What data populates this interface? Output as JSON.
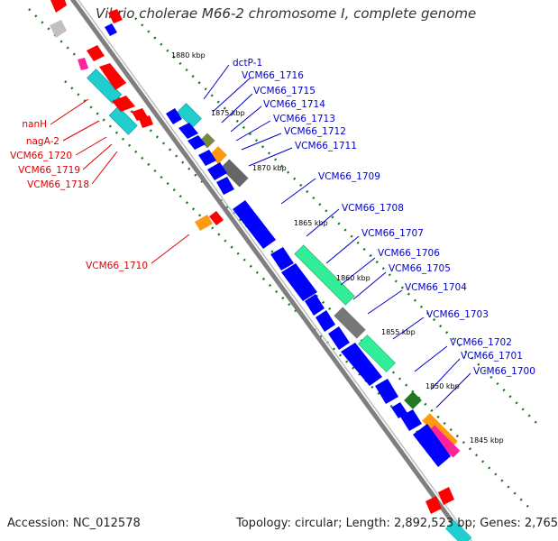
{
  "title": "Vibrio cholerae M66-2 chromosome I, complete genome",
  "footer": {
    "accession": "Accession: NC_012578",
    "topology": "Topology: circular; Length: 2,892,523 bp; Genes: 2,765"
  },
  "colors": {
    "background": "#ffffff",
    "backbone": "#7f7f7f",
    "cds_forward": "#0000ff",
    "cds_reverse": "#ff0000",
    "cog_cyan": "#1fcfcf",
    "cog_green_light": "#33ee99",
    "cog_gray": "#777777",
    "cog_orange": "#ff9911",
    "cog_green_dark": "#227722",
    "cog_pink": "#ff2299",
    "tick_marks": "#1a7a1a",
    "forward_label": "#0000cc",
    "reverse_label": "#dd0000"
  },
  "scale_ticks": [
    "1880 kbp",
    "1875 kbp",
    "1870 kbp",
    "1865 kbp",
    "1860 kbp",
    "1855 kbp",
    "1850 kbp",
    "1845 kbp"
  ],
  "forward_labels": [
    "dctP-1",
    "VCM66_1716",
    "VCM66_1715",
    "VCM66_1714",
    "VCM66_1713",
    "VCM66_1712",
    "VCM66_1711",
    "VCM66_1709",
    "VCM66_1708",
    "VCM66_1707",
    "VCM66_1706",
    "VCM66_1705",
    "VCM66_1704",
    "VCM66_1703",
    "VCM66_1702",
    "VCM66_1701",
    "VCM66_1700"
  ],
  "reverse_labels": [
    "nanH",
    "nagA-2",
    "VCM66_1720",
    "VCM66_1719",
    "VCM66_1718",
    "VCM66_1710"
  ]
}
